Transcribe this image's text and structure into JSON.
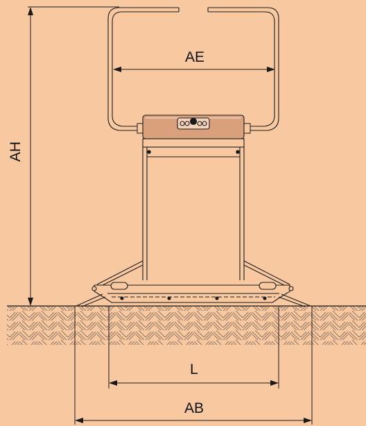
{
  "colors": {
    "background": "#f8c8a0",
    "line": "#1a1a1a",
    "control_box": "#d9a07c",
    "ground_hatch": "#8a7260"
  },
  "dimensions": {
    "height_label": "AH",
    "handle_width_label": "AE",
    "base_length_label": "L",
    "overall_base_label": "AB"
  }
}
